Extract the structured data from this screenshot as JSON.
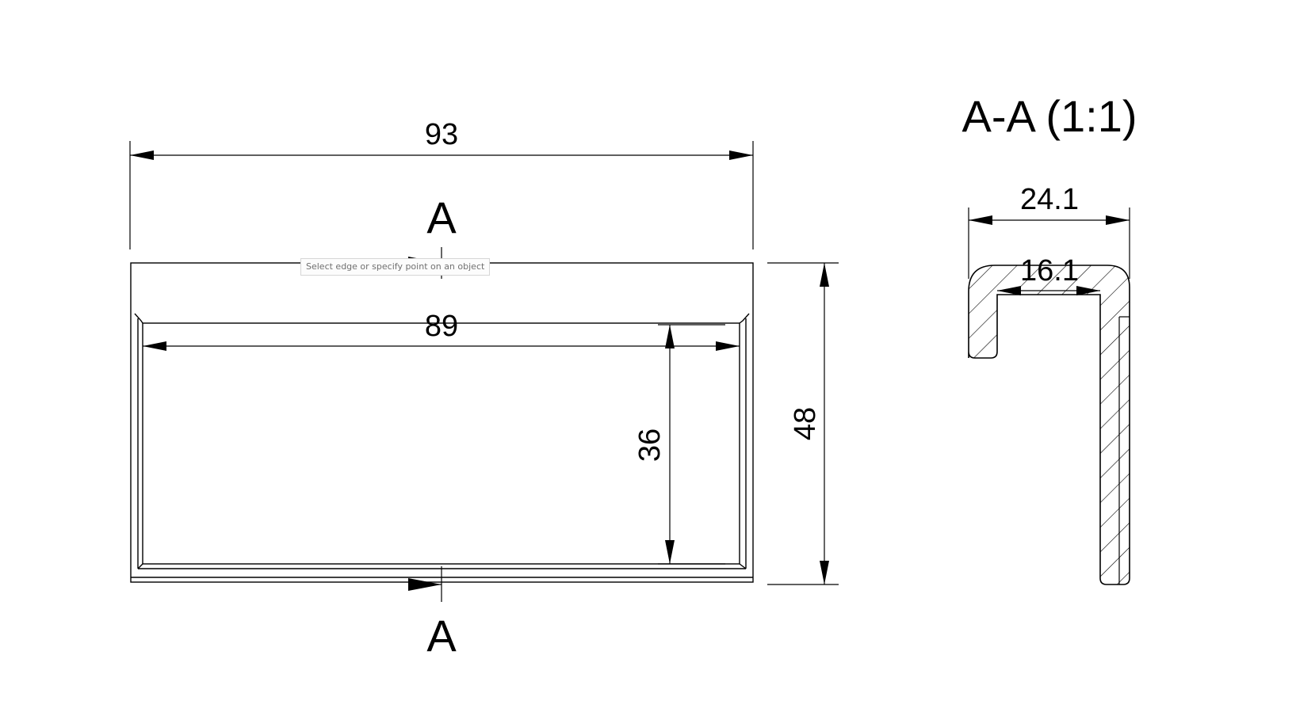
{
  "dimensions": {
    "overall_width": "93",
    "inner_width": "89",
    "inner_height": "36",
    "overall_height": "48",
    "section_width": "24.1",
    "section_inner_width": "16.1"
  },
  "section_marks": {
    "top": "A",
    "bottom": "A"
  },
  "section_view": {
    "title": "A-A (1:1)"
  },
  "tooltip": {
    "text": "Select edge or specify point on an object"
  }
}
